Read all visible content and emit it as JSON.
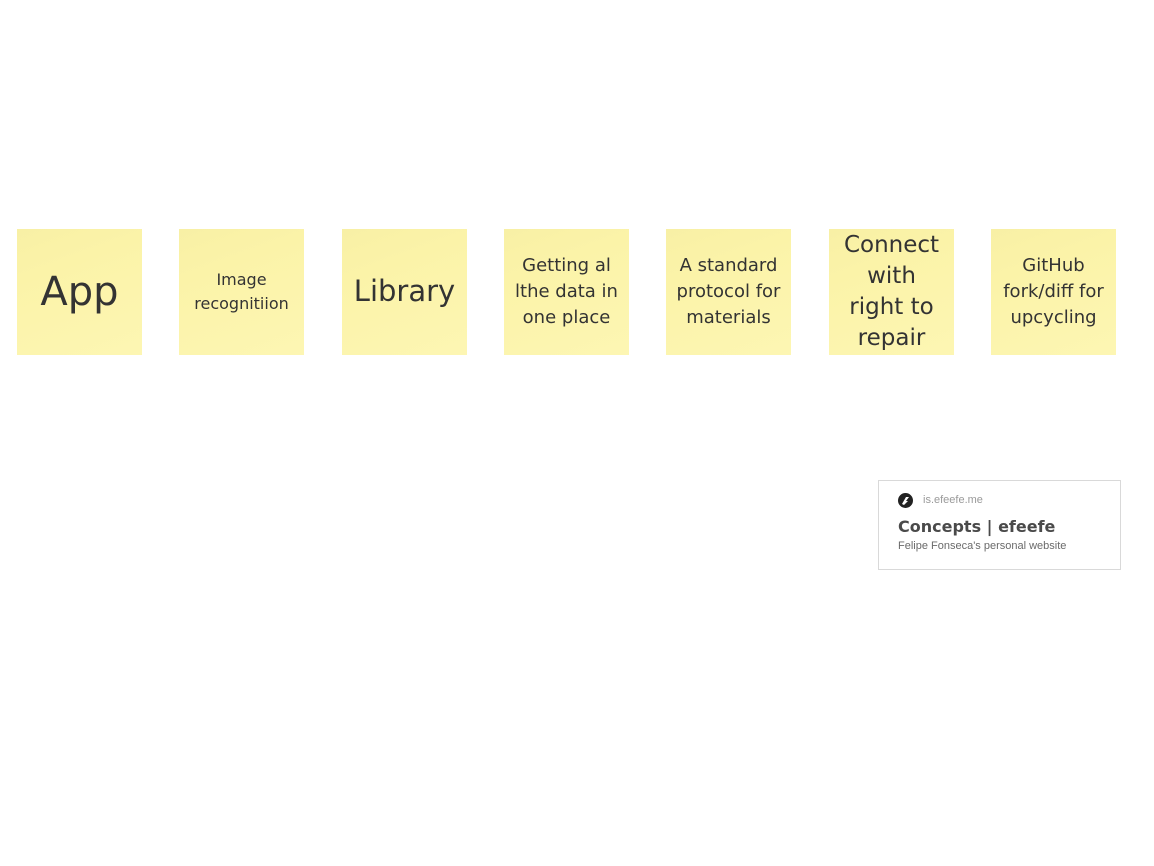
{
  "notes": [
    {
      "text": "App"
    },
    {
      "text": "Image recognitiion"
    },
    {
      "text": "Library"
    },
    {
      "text": "Getting al lthe data in one place"
    },
    {
      "text": "A standard protocol for materials"
    },
    {
      "text": "Connect with right to repair"
    },
    {
      "text": "GitHub fork/diff for upcycling"
    }
  ],
  "link_card": {
    "favicon": "site-logo-icon",
    "domain": "is.efeefe.me",
    "title": "Concepts | efeefe",
    "description": "Felipe Fonseca's personal website"
  },
  "colors": {
    "note_background": "#fdf6b3",
    "note_text": "#333333",
    "card_border": "#d9d9d9"
  }
}
